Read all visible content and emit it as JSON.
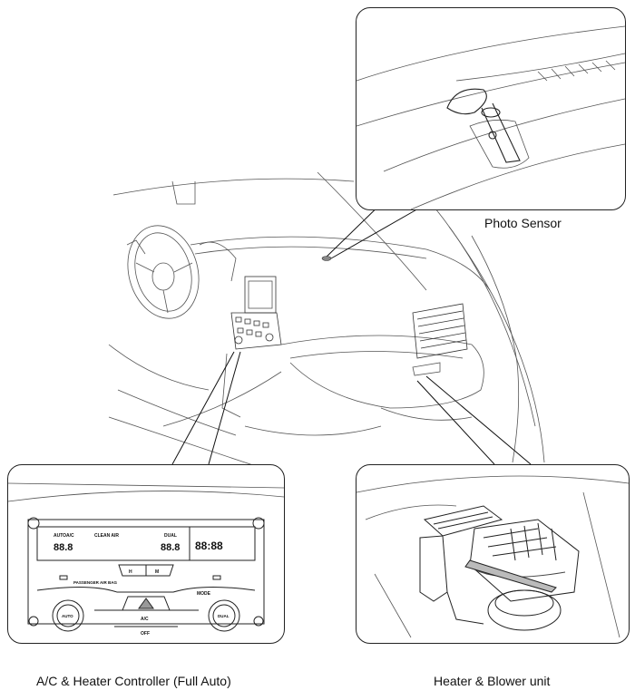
{
  "labels": {
    "photo_sensor": "Photo Sensor",
    "controller": "A/C & Heater Controller (Full Auto)",
    "blower": "Heater & Blower unit"
  },
  "panel": {
    "auto": "AUTO",
    "ac_top": "A/C",
    "clean_air": "CLEAN AIR",
    "dual_top": "DUAL",
    "clock": "88:88",
    "temp_left": "88.8",
    "temp_right": "88.8",
    "btn_h": "H",
    "btn_m": "M",
    "airbag": "PASSENGER AIR BAG",
    "mode": "MODE",
    "ac": "A/C",
    "off": "OFF",
    "knob_left": "AUTO",
    "knob_right": "DUAL"
  }
}
